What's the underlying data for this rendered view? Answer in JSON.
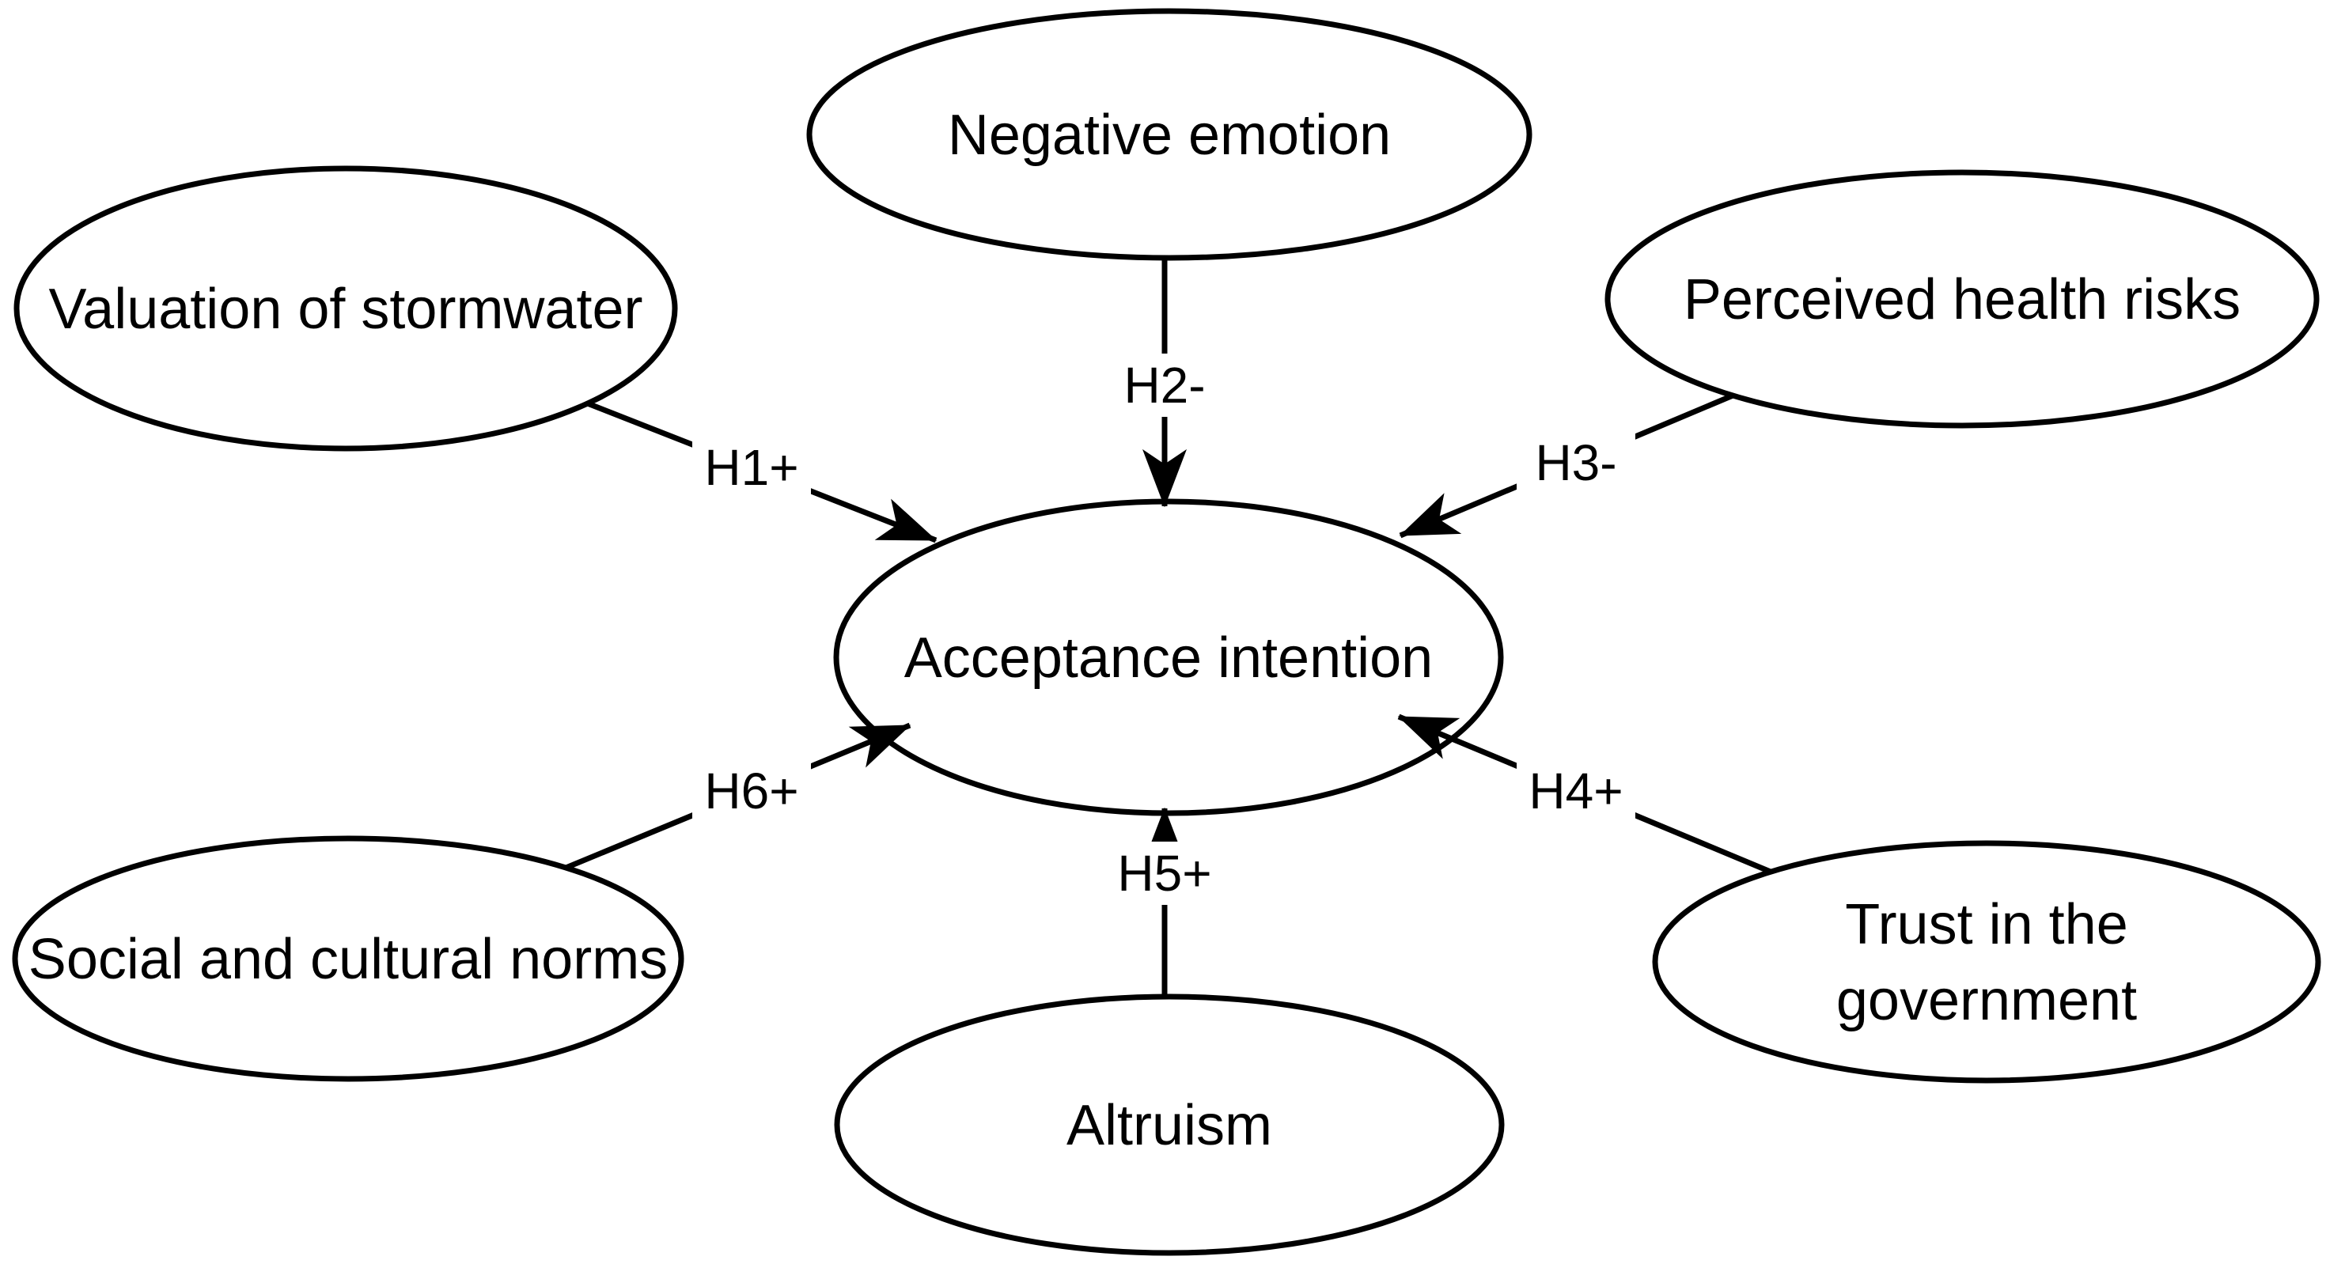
{
  "canvas": {
    "background": "#ffffff",
    "line_color": "#000000",
    "text_color": "#000000",
    "node_fill": "#ffffff"
  },
  "diagram": {
    "type": "hypothesis-path-model",
    "center_node": "Acceptance intention",
    "nodes": {
      "valuation": {
        "label": "Valuation of stormwater"
      },
      "negative_emotion": {
        "label": "Negative emotion"
      },
      "perceived_health": {
        "label": "Perceived health risks"
      },
      "acceptance": {
        "label": "Acceptance intention"
      },
      "social_norms": {
        "label": "Social and cultural norms"
      },
      "altruism": {
        "label": "Altruism"
      },
      "trust": {
        "label_line1": "Trust in the",
        "label_line2": "government"
      }
    },
    "edges": {
      "h1": {
        "label": "H1+",
        "from": "Valuation of stormwater",
        "to": "Acceptance intention"
      },
      "h2": {
        "label": "H2-",
        "from": "Negative emotion",
        "to": "Acceptance intention"
      },
      "h3": {
        "label": "H3-",
        "from": "Perceived health risks",
        "to": "Acceptance intention"
      },
      "h4": {
        "label": "H4+",
        "from": "Trust in the government",
        "to": "Acceptance intention"
      },
      "h5": {
        "label": "H5+",
        "from": "Altruism",
        "to": "Acceptance intention"
      },
      "h6": {
        "label": "H6+",
        "from": "Social and cultural norms",
        "to": "Acceptance intention"
      }
    }
  }
}
